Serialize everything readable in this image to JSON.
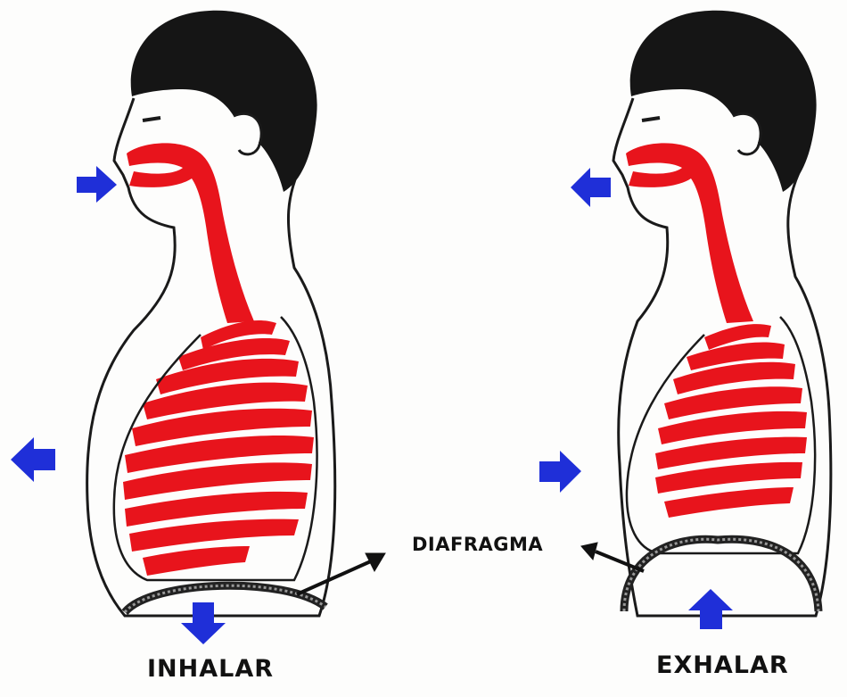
{
  "labels": {
    "inhale": "INHALAR",
    "exhale": "EXHALAR",
    "diaphragm": "DIAFRAGMA"
  },
  "colors": {
    "lung_red": "#e8141c",
    "airflow_arrow_blue": "#1f2fd8",
    "hair": "#151515",
    "outline": "#1a1a1a",
    "background": "#fdfdfc"
  },
  "figures": [
    {
      "state": "inhale",
      "chest": "expanded",
      "diaphragm": "down",
      "air": "in"
    },
    {
      "state": "exhale",
      "chest": "contracted",
      "diaphragm": "up",
      "air": "out"
    }
  ]
}
